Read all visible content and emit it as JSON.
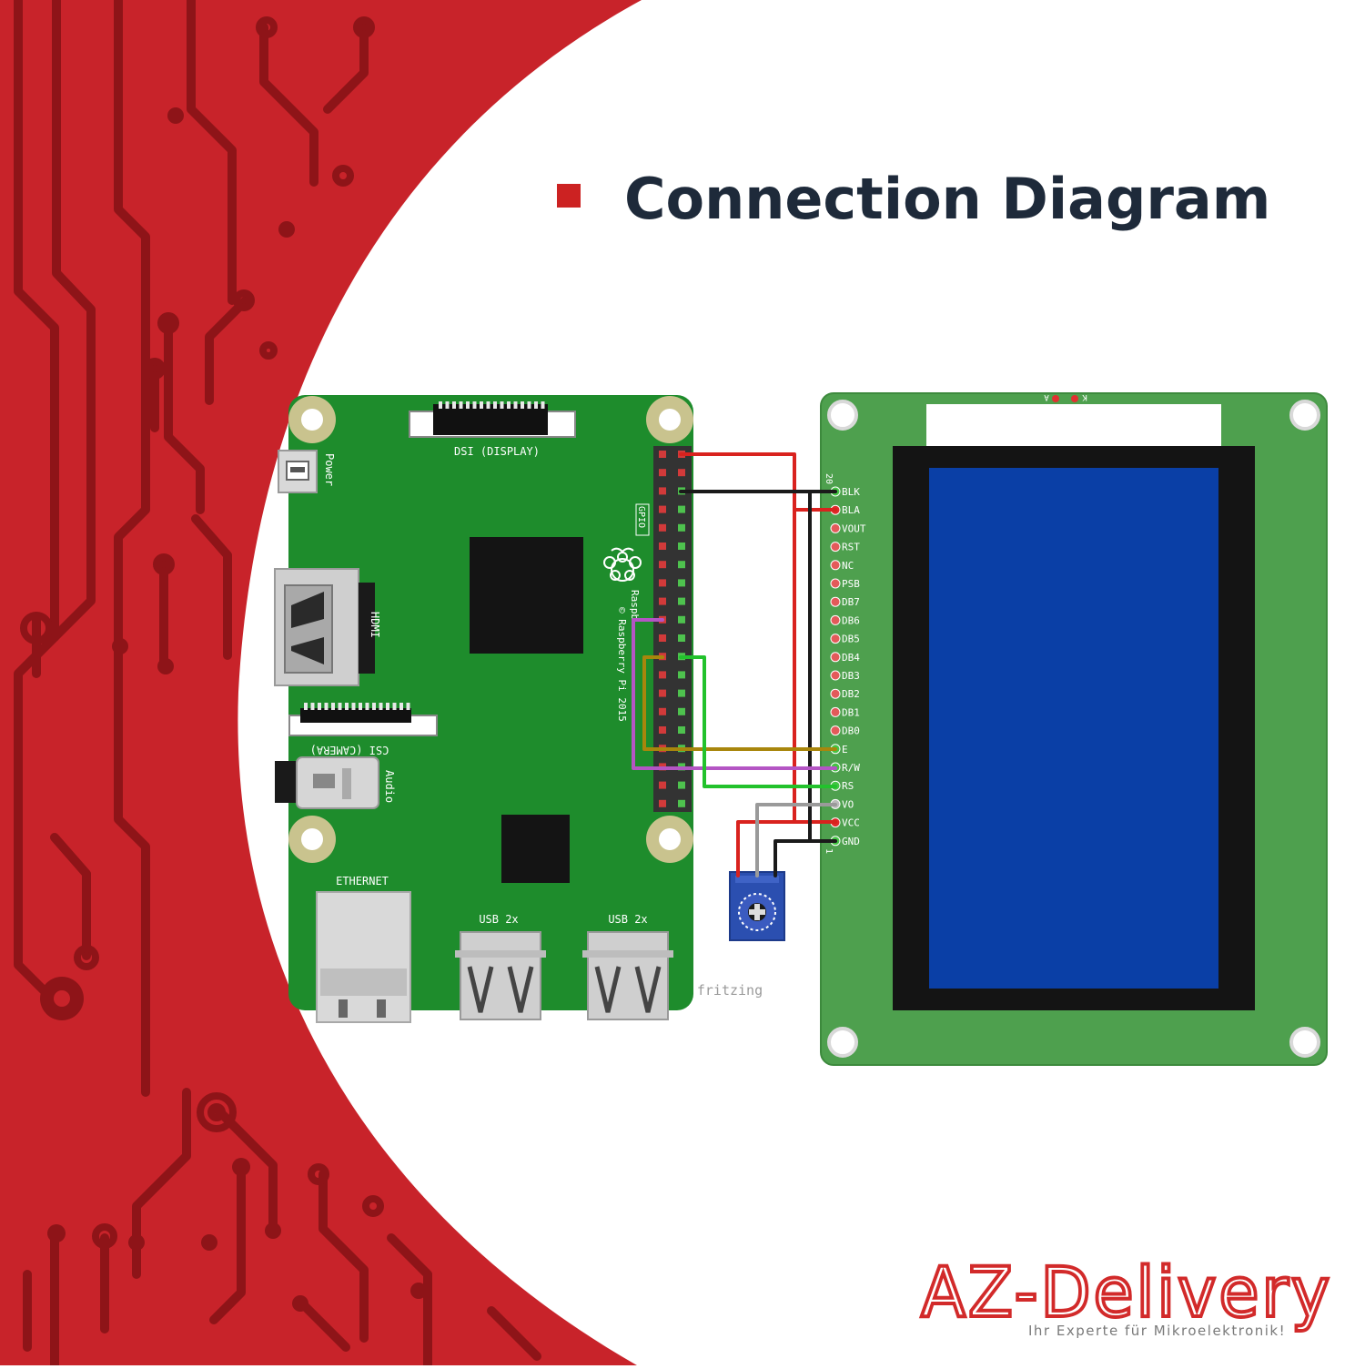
{
  "header": {
    "title": "Connection Diagram",
    "bullet_color": "#cc2222",
    "title_color": "#1e2a3a"
  },
  "colors": {
    "background_red": "#c8232a",
    "trace_red": "#8e1418",
    "rpi_board": "#1e8c2c",
    "lcd_board": "#4ea04e",
    "lcd_screen": "#0a3fa6",
    "wire_red": "#d9221e",
    "wire_black": "#1a1a1a",
    "wire_purple": "#b455c4",
    "wire_ochre": "#a8860c",
    "wire_green": "#22c22c",
    "wire_gray": "#9a9a9a"
  },
  "raspberry_pi": {
    "labels": {
      "dsi": "DSI (DISPLAY)",
      "power": "Power",
      "hdmi": "HDMI",
      "csi": "CSI (CAMERA)",
      "audio": "Audio",
      "gpio": "GPIO",
      "ethernet": "ETHERNET",
      "usb_left": "USB 2x",
      "usb_right": "USB 2x",
      "copyright": "© Raspberry Pi 2015",
      "brand_fragment": "Raspb"
    }
  },
  "lcd": {
    "top_pin_labels": [
      "A",
      "K"
    ],
    "pin_number_top": "20",
    "pin_number_bottom": "1",
    "pins": [
      "BLK",
      "BLA",
      "VOUT",
      "RST",
      "NC",
      "PSB",
      "DB7",
      "DB6",
      "DB5",
      "DB4",
      "DB3",
      "DB2",
      "DB1",
      "DB0",
      "E",
      "R/W",
      "RS",
      "VO",
      "VCC",
      "GND"
    ]
  },
  "watermark": "fritzing",
  "logo": {
    "name": "AZ-Delivery",
    "tagline": "Ihr Experte für Mikroelektronik!"
  }
}
